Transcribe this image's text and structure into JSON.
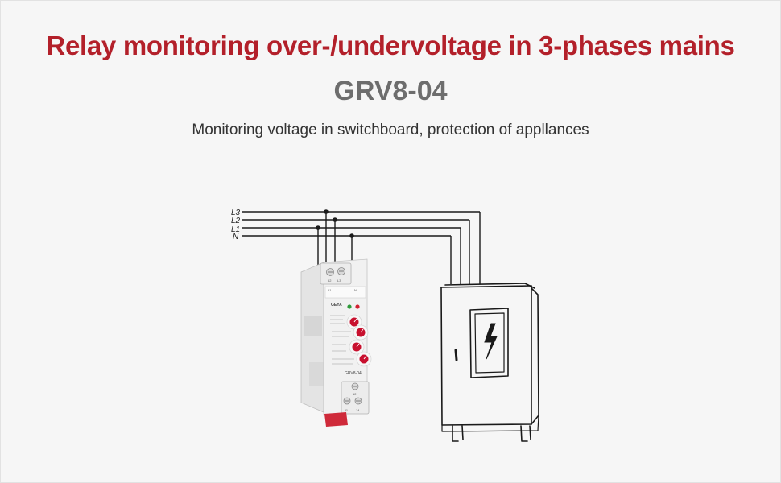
{
  "title": "Relay monitoring over-/undervoltage in 3-phases mains",
  "model": "GRV8-04",
  "subtitle": "Monitoring voltage in switchboard, protection of appllances",
  "lines": {
    "l3": "L3",
    "l2": "L2",
    "l1": "L1",
    "n": "N"
  },
  "relay": {
    "brand": "GEYA",
    "model_label": "GRV8-04",
    "terminals_top": [
      "L3",
      "L2",
      "L1",
      "N"
    ],
    "terminals_bottom": [
      "12",
      "11",
      "14"
    ]
  },
  "colors": {
    "title": "#b3202a",
    "model": "#6d6d6d",
    "dial": "#c8102e",
    "led_green": "#2e9a3a",
    "led_red": "#d12030"
  }
}
